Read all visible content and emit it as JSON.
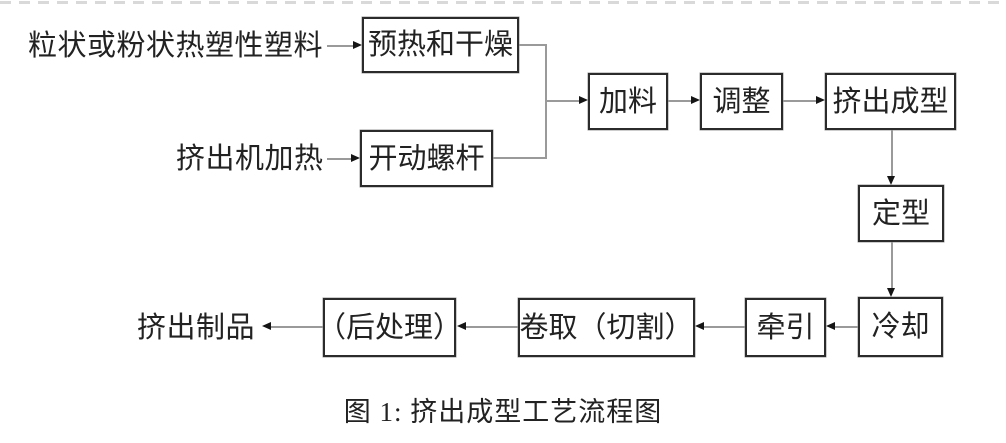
{
  "diagram": {
    "caption": "图 1: 挤出成型工艺流程图",
    "inputs": [
      {
        "id": "raw-material",
        "label": "粒状或粉状热塑性塑料"
      },
      {
        "id": "extruder-heating",
        "label": "挤出机加热"
      }
    ],
    "nodes": [
      {
        "id": "preheat-dry",
        "label": "预热和干燥"
      },
      {
        "id": "start-screw",
        "label": "开动螺杆"
      },
      {
        "id": "feed",
        "label": "加料"
      },
      {
        "id": "adjust",
        "label": "调整"
      },
      {
        "id": "extrusion-molding",
        "label": "挤出成型"
      },
      {
        "id": "shaping",
        "label": "定型"
      },
      {
        "id": "cooling",
        "label": "冷却"
      },
      {
        "id": "pulling",
        "label": "牵引"
      },
      {
        "id": "coiling-cutting",
        "label": "卷取（切割）"
      },
      {
        "id": "post-processing",
        "label": "（后处理）"
      }
    ],
    "output": {
      "id": "extruded-product",
      "label": "挤出制品"
    },
    "edges": [
      {
        "from": "raw-material",
        "to": "preheat-dry"
      },
      {
        "from": "extruder-heating",
        "to": "start-screw"
      },
      {
        "from": "preheat-dry",
        "to": "feed"
      },
      {
        "from": "start-screw",
        "to": "feed"
      },
      {
        "from": "feed",
        "to": "adjust"
      },
      {
        "from": "adjust",
        "to": "extrusion-molding"
      },
      {
        "from": "extrusion-molding",
        "to": "shaping"
      },
      {
        "from": "shaping",
        "to": "cooling"
      },
      {
        "from": "cooling",
        "to": "pulling"
      },
      {
        "from": "pulling",
        "to": "coiling-cutting"
      },
      {
        "from": "coiling-cutting",
        "to": "post-processing"
      },
      {
        "from": "post-processing",
        "to": "extruded-product"
      }
    ],
    "colors": {
      "box_border": "#2b2b2b",
      "connector_line": "#9a9a9a",
      "arrowhead": "#151515",
      "dashed_rule": "#d9d9d9",
      "text": "#222222",
      "background": "#ffffff"
    }
  }
}
